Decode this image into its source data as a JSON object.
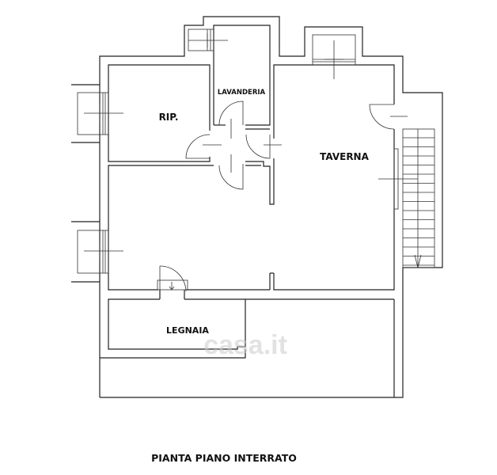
{
  "plan": {
    "title": "PIANTA PIANO INTERRATO",
    "rooms": [
      {
        "id": "rip",
        "label": "RIP."
      },
      {
        "id": "lavanderia",
        "label": "LAVANDERIA"
      },
      {
        "id": "taverna",
        "label": "TAVERNA"
      },
      {
        "id": "legnaia",
        "label": "LEGNAIA"
      }
    ],
    "watermark": "casa.it"
  }
}
